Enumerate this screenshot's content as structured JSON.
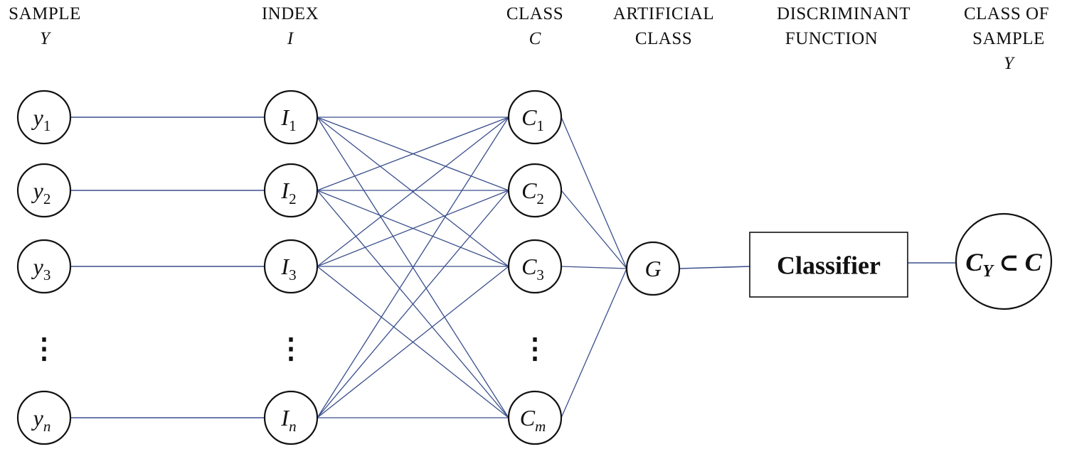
{
  "colors": {
    "edge": "#3a4f8c",
    "node_stroke": "#111111",
    "text": "#111111",
    "background": "#ffffff"
  },
  "headers": {
    "sample": {
      "line1": "SAMPLE",
      "var": "Y"
    },
    "index": {
      "line1": "INDEX",
      "var": "I"
    },
    "class": {
      "line1": "CLASS",
      "var": "C"
    },
    "artificial": {
      "line1": "ARTIFICIAL",
      "line2": "CLASS"
    },
    "discriminant": {
      "line1": "DISCRIMINANT",
      "line2": "FUNCTION"
    },
    "class_of_sample": {
      "line1": "CLASS OF",
      "line2": "SAMPLE",
      "var": "Y"
    }
  },
  "sample_nodes": [
    {
      "base": "y",
      "sub": "1"
    },
    {
      "base": "y",
      "sub": "2"
    },
    {
      "base": "y",
      "sub": "3"
    },
    {
      "base": "y",
      "sub": "n"
    }
  ],
  "index_nodes": [
    {
      "base": "I",
      "sub": "1"
    },
    {
      "base": "I",
      "sub": "2"
    },
    {
      "base": "I",
      "sub": "3"
    },
    {
      "base": "I",
      "sub": "n"
    }
  ],
  "class_nodes": [
    {
      "base": "C",
      "sub": "1"
    },
    {
      "base": "C",
      "sub": "2"
    },
    {
      "base": "C",
      "sub": "3"
    },
    {
      "base": "C",
      "sub": "m"
    }
  ],
  "ellipsis": "⋮",
  "artificial_node": {
    "label": "G"
  },
  "classifier": {
    "label": "Classifier"
  },
  "output": {
    "base": "C",
    "sub": "Y",
    "symbol": "⊂",
    "set": "C"
  }
}
